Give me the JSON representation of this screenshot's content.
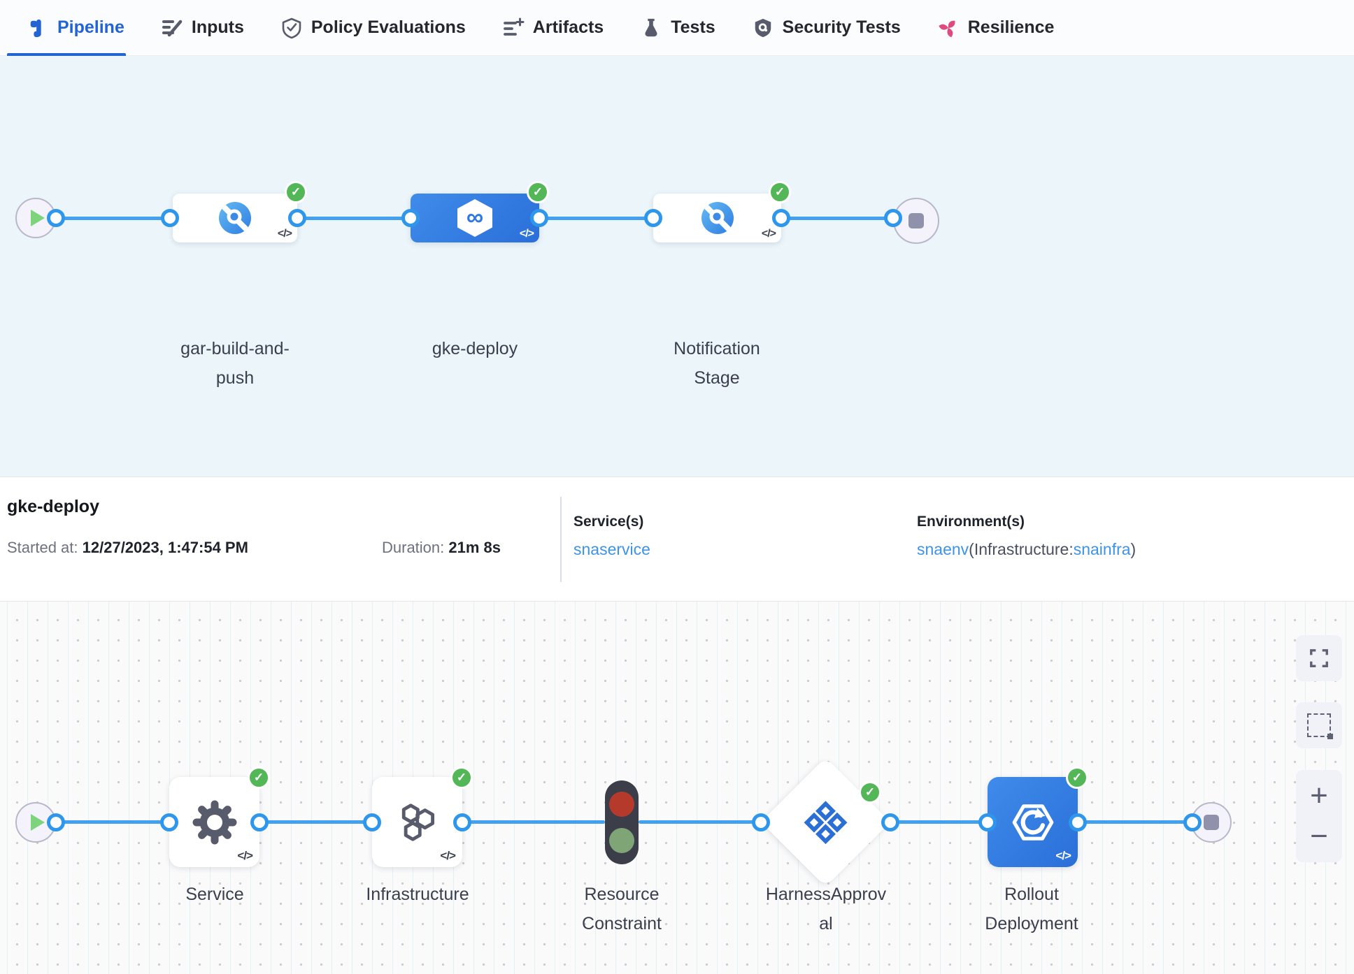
{
  "tabs": {
    "items": [
      {
        "label": "Pipeline",
        "icon": "pipeline-icon",
        "active": true
      },
      {
        "label": "Inputs",
        "icon": "inputs-icon",
        "active": false
      },
      {
        "label": "Policy Evaluations",
        "icon": "policy-evaluations-icon",
        "active": false
      },
      {
        "label": "Artifacts",
        "icon": "artifacts-icon",
        "active": false
      },
      {
        "label": "Tests",
        "icon": "tests-icon",
        "active": false
      },
      {
        "label": "Security Tests",
        "icon": "security-tests-icon",
        "active": false
      },
      {
        "label": "Resilience",
        "icon": "resilience-icon",
        "active": false
      }
    ]
  },
  "pipeline": {
    "stages": [
      {
        "name": "gar-build-and-push",
        "type": "build",
        "status": "success",
        "selected": false
      },
      {
        "name": "gke-deploy",
        "type": "deploy",
        "status": "success",
        "selected": true
      },
      {
        "name": "Notification Stage",
        "type": "custom",
        "status": "success",
        "selected": false
      }
    ]
  },
  "summary": {
    "stage_title": "gke-deploy",
    "started_label": "Started at:",
    "started_value": "12/27/2023, 1:47:54 PM",
    "duration_label": "Duration:",
    "duration_value": "21m 8s",
    "services_label": "Service(s)",
    "service_link": "snaservice",
    "environments_label": "Environment(s)",
    "env_link": "snaenv",
    "env_infra_prefix": "(Infrastructure:",
    "env_infra_link": "snainfra",
    "env_suffix": ")"
  },
  "execution": {
    "steps": [
      {
        "name": "Service",
        "type": "service",
        "status": "success"
      },
      {
        "name": "Infrastructure",
        "type": "infrastructure",
        "status": "success"
      },
      {
        "name": "Resource Constraint",
        "type": "resource-constraint",
        "status": "none"
      },
      {
        "name": "HarnessApproval",
        "type": "approval",
        "status": "success"
      },
      {
        "name": "Rollout Deployment",
        "type": "rollout-deployment",
        "status": "success"
      }
    ]
  },
  "icons": {
    "code": "</>",
    "check": "✓",
    "zoom_in": "+",
    "zoom_out": "−",
    "infinity": "∞"
  },
  "colors": {
    "accent_blue": "#2364d2",
    "selected_stage_blue": "#2e78e2",
    "link_blue": "#3e93e8",
    "success_green": "#53b757",
    "resilience_pink": "#de4b80",
    "connector_blue": "#42a1ee"
  }
}
